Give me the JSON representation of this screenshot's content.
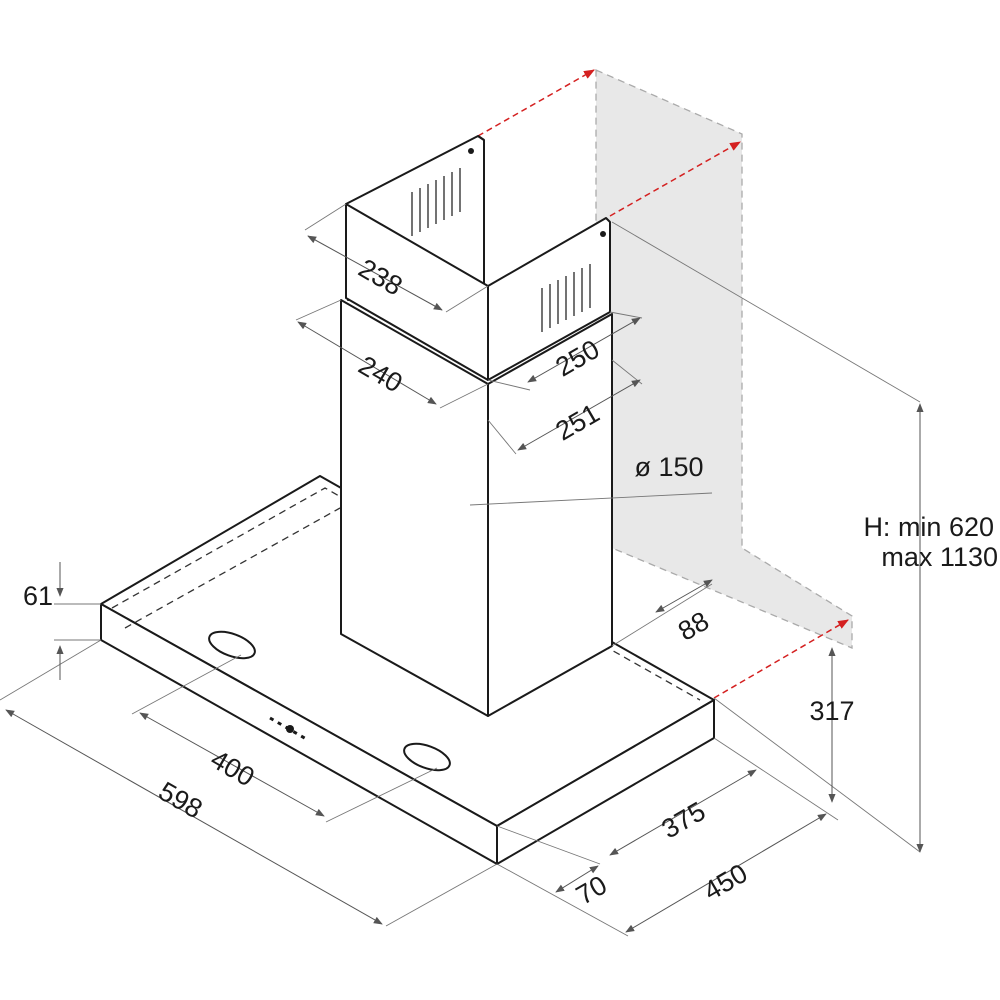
{
  "dimensions": {
    "hood_width": "598",
    "hood_depth": "450",
    "hood_height": "61",
    "filter_spacing": "400",
    "wall_to_chimney": "375",
    "front_offset": "70",
    "upper_chimney_width": "238",
    "upper_chimney_depth": "250",
    "lower_chimney_width": "240",
    "lower_chimney_depth": "251",
    "outlet_offset": "88",
    "outlet_diameter": "ø 150",
    "hood_to_wall_height": "317",
    "total_height_min": "H: min 620",
    "total_height_max": "max 1130"
  },
  "colors": {
    "outline": "#1a1a1a",
    "dimension_line": "#555555",
    "wall_fill": "#e8e8e8",
    "wall_reference": "#d42020"
  }
}
